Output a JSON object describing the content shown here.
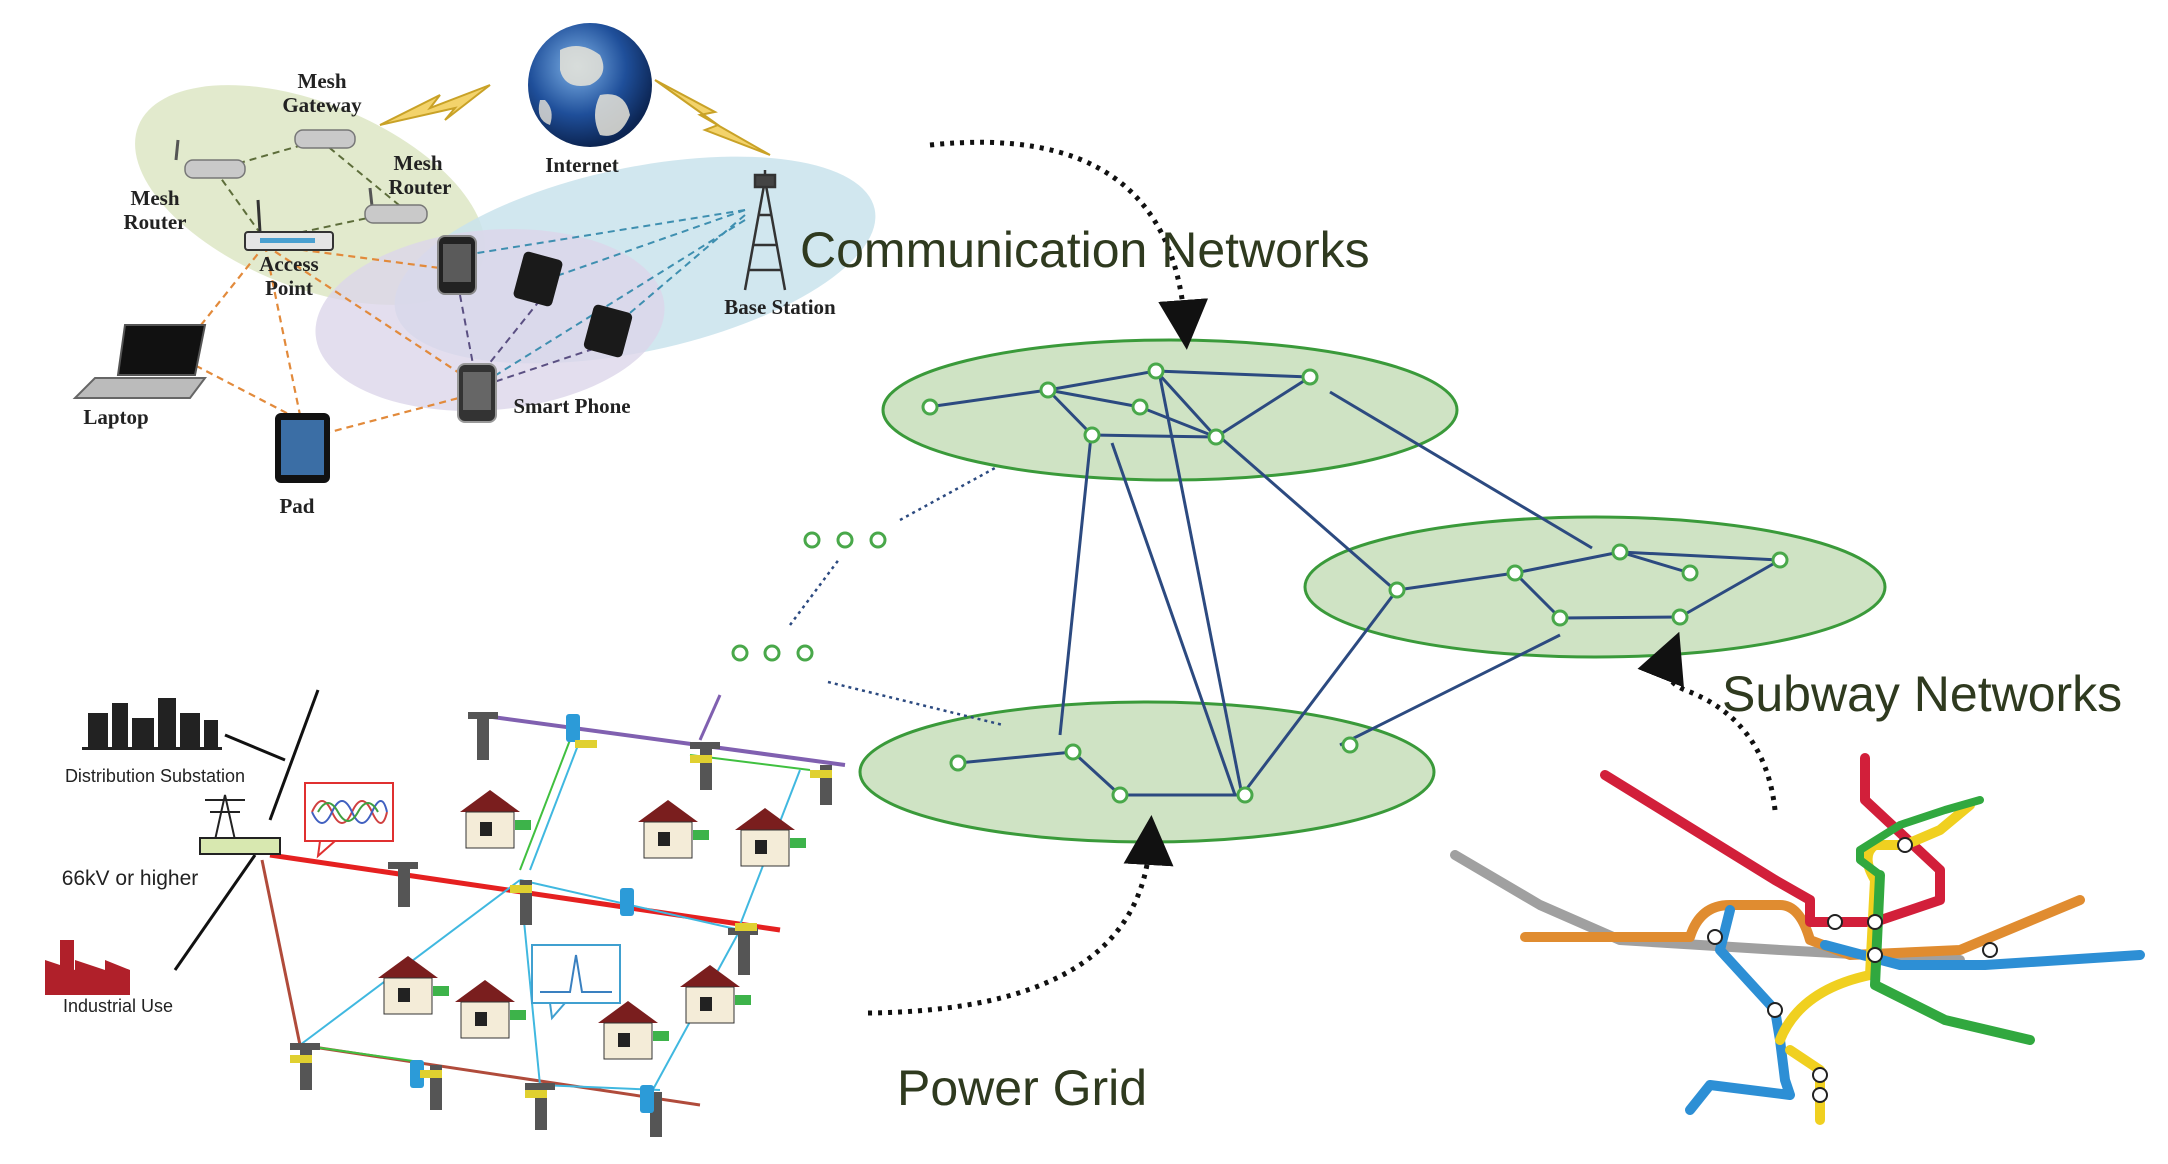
{
  "labels": {
    "communication": "Communication Networks",
    "subway": "Subway Networks",
    "power": "Power Grid"
  },
  "comm_panel": {
    "mesh_gateway": [
      "Mesh",
      "Gateway"
    ],
    "internet": "Internet",
    "mesh_router_left": [
      "Mesh",
      "Router"
    ],
    "mesh_router_right": [
      "Mesh",
      "Router"
    ],
    "access_point": [
      "Access",
      "Point"
    ],
    "base_station": "Base Station",
    "laptop": "Laptop",
    "smart_phone": "Smart Phone",
    "pad": "Pad"
  },
  "grid_panel": {
    "distribution_substation": "Distribution Substation",
    "voltage": "66kV or higher",
    "industrial_use": "Industrial Use"
  },
  "colors": {
    "ellipse_fill": "#cfe3c4",
    "ellipse_stroke": "#3a9a3a",
    "edge": "#2c4a80",
    "node_stroke": "#49a84a",
    "label_text": "#2f3a1f"
  },
  "icons": [
    "globe-icon",
    "lightning-icon",
    "router-icon",
    "access-point-icon",
    "phone-icon",
    "tower-icon",
    "laptop-icon",
    "tablet-icon",
    "house-icon",
    "pole-icon",
    "factory-icon",
    "city-icon",
    "transformer-icon"
  ]
}
